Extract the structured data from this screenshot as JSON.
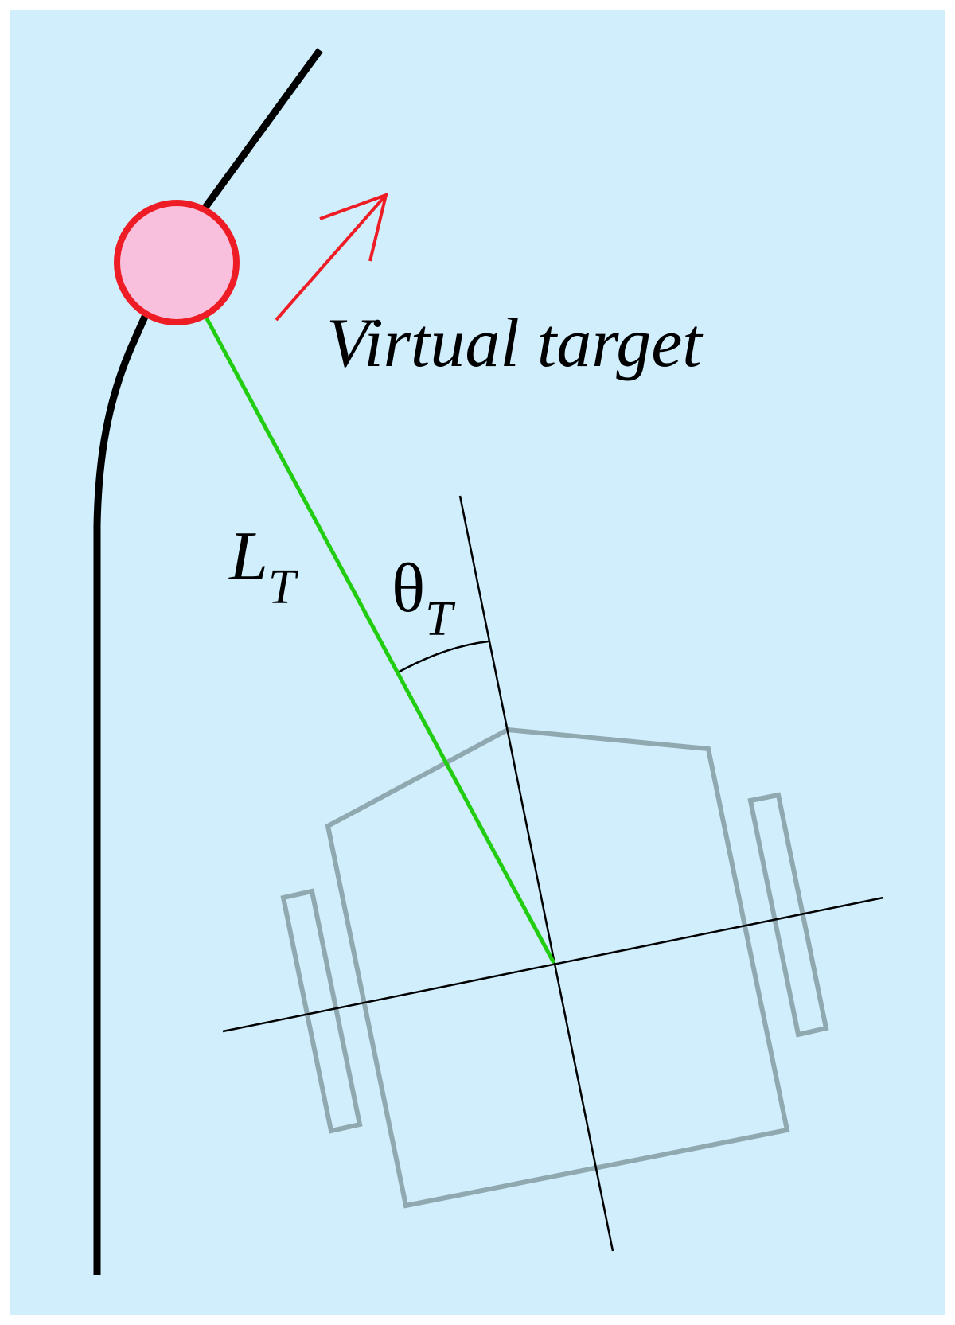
{
  "diagram": {
    "target_label": "Virtual target",
    "distance_label": {
      "symbol": "L",
      "subscript": "T"
    },
    "angle_label": {
      "symbol": "θ",
      "subscript": "T"
    }
  },
  "colors": {
    "background": "#d0eefc",
    "frame": "#ffffff",
    "path": "#000000",
    "target_fill": "#f8c0dc",
    "target_stroke": "#ee1c24",
    "motion_arrow": "#ee1c24",
    "sight_line": "#22cc11",
    "axes": "#000000",
    "vehicle": "#90a8b0"
  }
}
